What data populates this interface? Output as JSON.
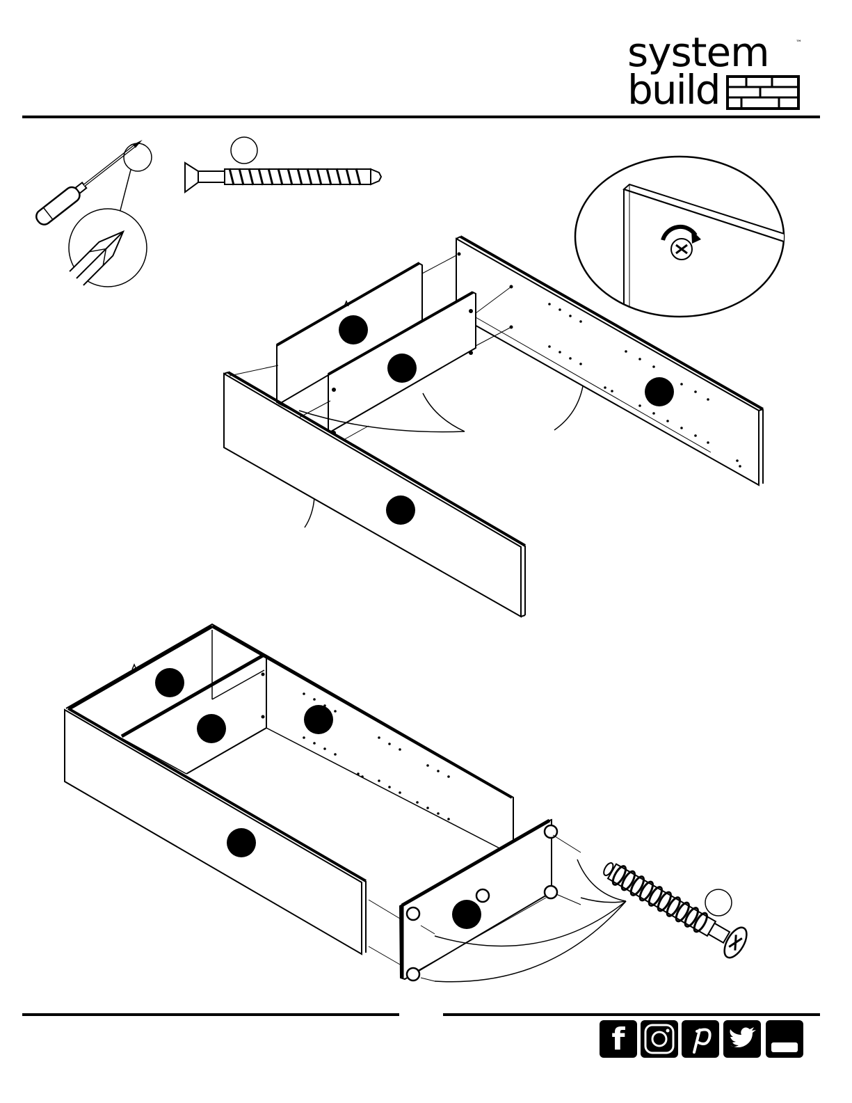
{
  "brand": {
    "line1": "system",
    "line2": "build",
    "trademark": "™"
  },
  "colors": {
    "ink": "#000000",
    "paper": "#ffffff"
  },
  "icons": {
    "tools": [
      "phillips-screwdriver-icon",
      "cam-bolt-icon"
    ],
    "social": [
      "facebook-icon",
      "instagram-icon",
      "pinterest-icon",
      "twitter-icon",
      "youtube-icon"
    ]
  },
  "social": {
    "facebook": "f"
  }
}
